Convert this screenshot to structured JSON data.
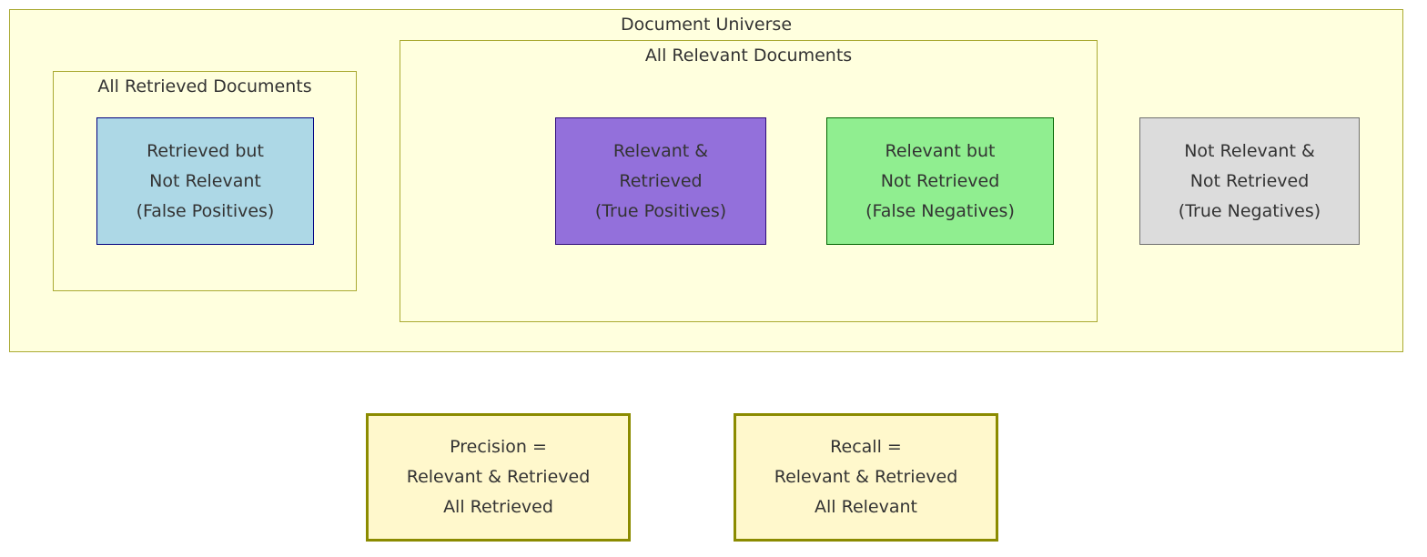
{
  "diagram": {
    "universe": {
      "title": "Document Universe"
    },
    "retrieved_cluster": {
      "title": "All Retrieved Documents"
    },
    "relevant_cluster": {
      "title": "All Relevant Documents"
    },
    "nodes": {
      "false_positives": {
        "lines": [
          "Retrieved but",
          "Not Relevant",
          "(False Positives)"
        ],
        "fill": "#add8e6",
        "stroke": "#000080"
      },
      "true_positives": {
        "lines": [
          "Relevant &",
          "Retrieved",
          "(True Positives)"
        ],
        "fill": "#9370db",
        "stroke": "#2e0a7a"
      },
      "false_negatives": {
        "lines": [
          "Relevant but",
          "Not Retrieved",
          "(False Negatives)"
        ],
        "fill": "#90ee90",
        "stroke": "#006400"
      },
      "true_negatives": {
        "lines": [
          "Not Relevant &",
          "Not Retrieved",
          "(True Negatives)"
        ],
        "fill": "#dcdcdc",
        "stroke": "#707070"
      }
    },
    "metrics": {
      "precision": {
        "lines": [
          "Precision =",
          "Relevant & Retrieved",
          "All Retrieved"
        ]
      },
      "recall": {
        "lines": [
          "Recall =",
          "Relevant & Retrieved",
          "All Relevant"
        ]
      }
    },
    "colors": {
      "cluster_fill": "#ffffde",
      "cluster_stroke": "#aaaa33",
      "metric_fill": "#fff8cc",
      "metric_stroke": "#8b8b00"
    }
  }
}
